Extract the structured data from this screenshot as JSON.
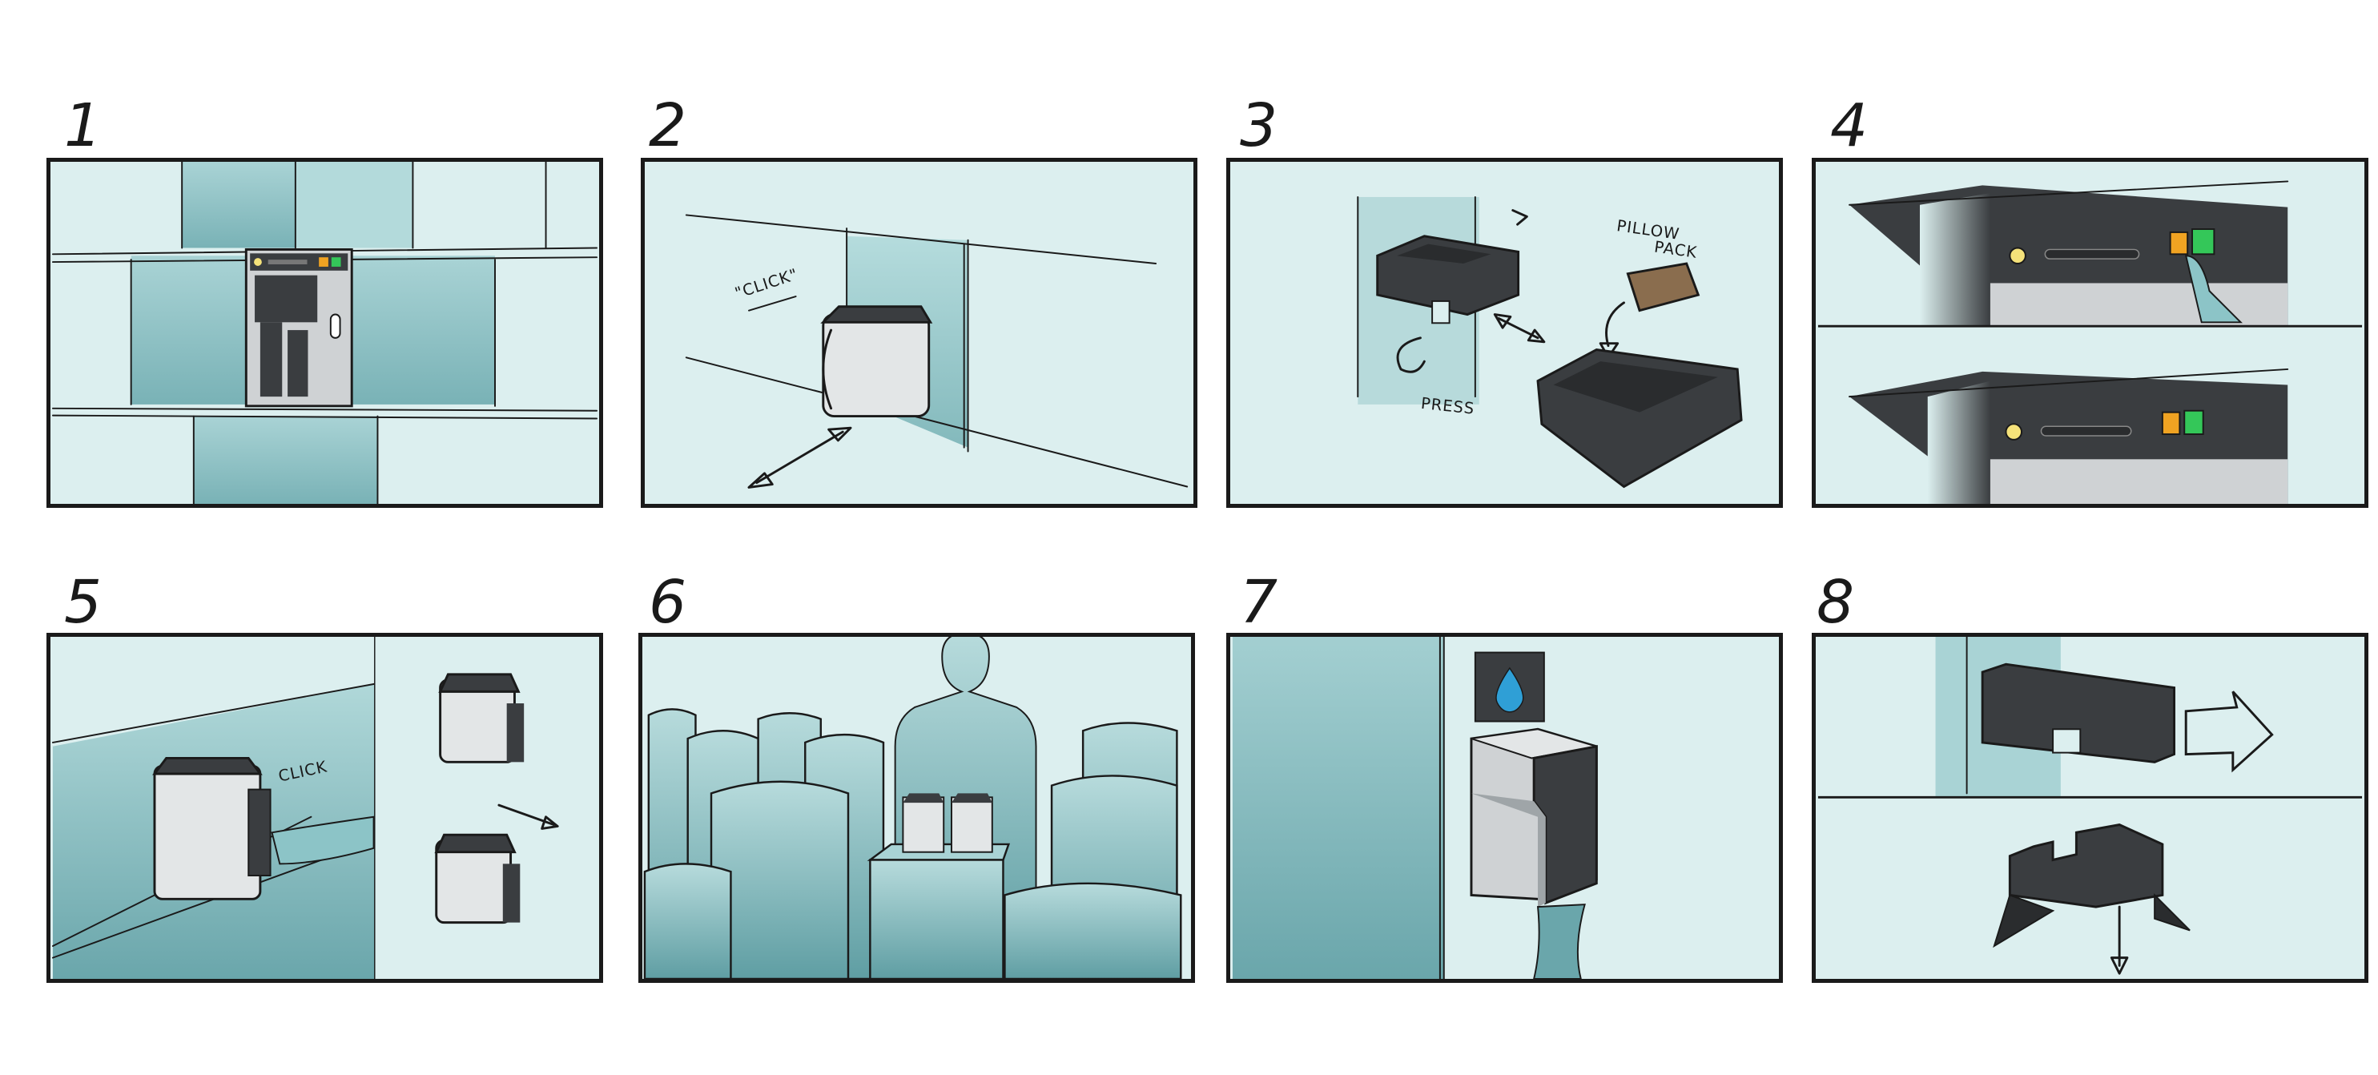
{
  "panels": [
    {
      "number": "1"
    },
    {
      "number": "2",
      "caption": "\"CLICK\""
    },
    {
      "number": "3",
      "caption_press": "PRESS",
      "caption_pillow_1": "PILLOW",
      "caption_pillow_2": "PACK"
    },
    {
      "number": "4"
    },
    {
      "number": "5",
      "caption": "CLICK"
    },
    {
      "number": "6"
    },
    {
      "number": "7"
    },
    {
      "number": "8"
    }
  ],
  "colors": {
    "panel_bg": "#dcefef",
    "teal": "#7fb3b7",
    "dark_gray": "#3a3d40",
    "light_gray": "#cfd2d4",
    "orange": "#f0a322",
    "green": "#34c759",
    "yellow": "#f5e27a",
    "water_blue": "#2f9fd6"
  },
  "icons": [
    "water-drop-icon",
    "double-arrow-icon",
    "down-arrow-icon"
  ]
}
